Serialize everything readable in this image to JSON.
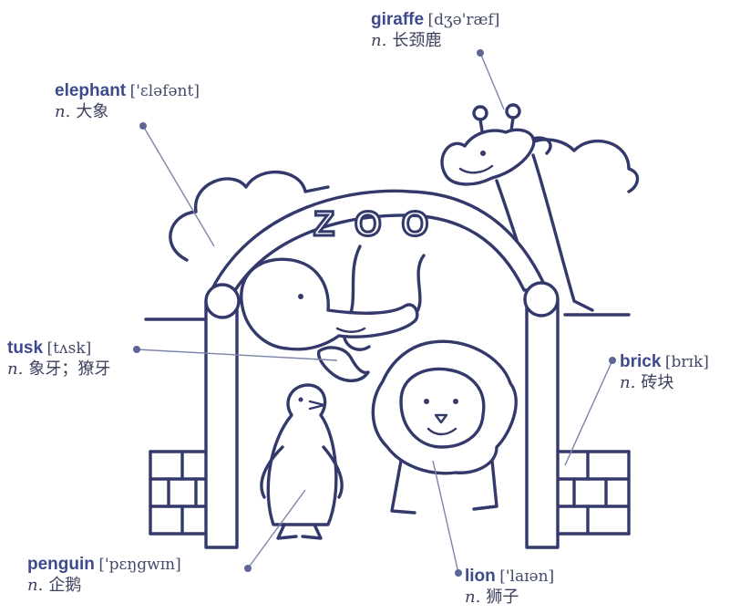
{
  "accent_color": "#3d4a8c",
  "line_color": "#33396b",
  "sign": {
    "text": "ZOO"
  },
  "labels": {
    "giraffe": {
      "word": "giraffe",
      "ipa": "[dʒə'ræf]",
      "pos": "n.",
      "meaning": "长颈鹿"
    },
    "elephant": {
      "word": "elephant",
      "ipa": "['ɛləfənt]",
      "pos": "n.",
      "meaning": "大象"
    },
    "tusk": {
      "word": "tusk",
      "ipa": "[tʌsk]",
      "pos": "n.",
      "meaning": "象牙；獠牙"
    },
    "brick": {
      "word": "brick",
      "ipa": "[brɪk]",
      "pos": "n.",
      "meaning": "砖块"
    },
    "penguin": {
      "word": "penguin",
      "ipa": "['pɛŋgwɪn]",
      "pos": "n.",
      "meaning": "企鹅"
    },
    "lion": {
      "word": "lion",
      "ipa": "['laɪən]",
      "pos": "n.",
      "meaning": "狮子"
    }
  }
}
